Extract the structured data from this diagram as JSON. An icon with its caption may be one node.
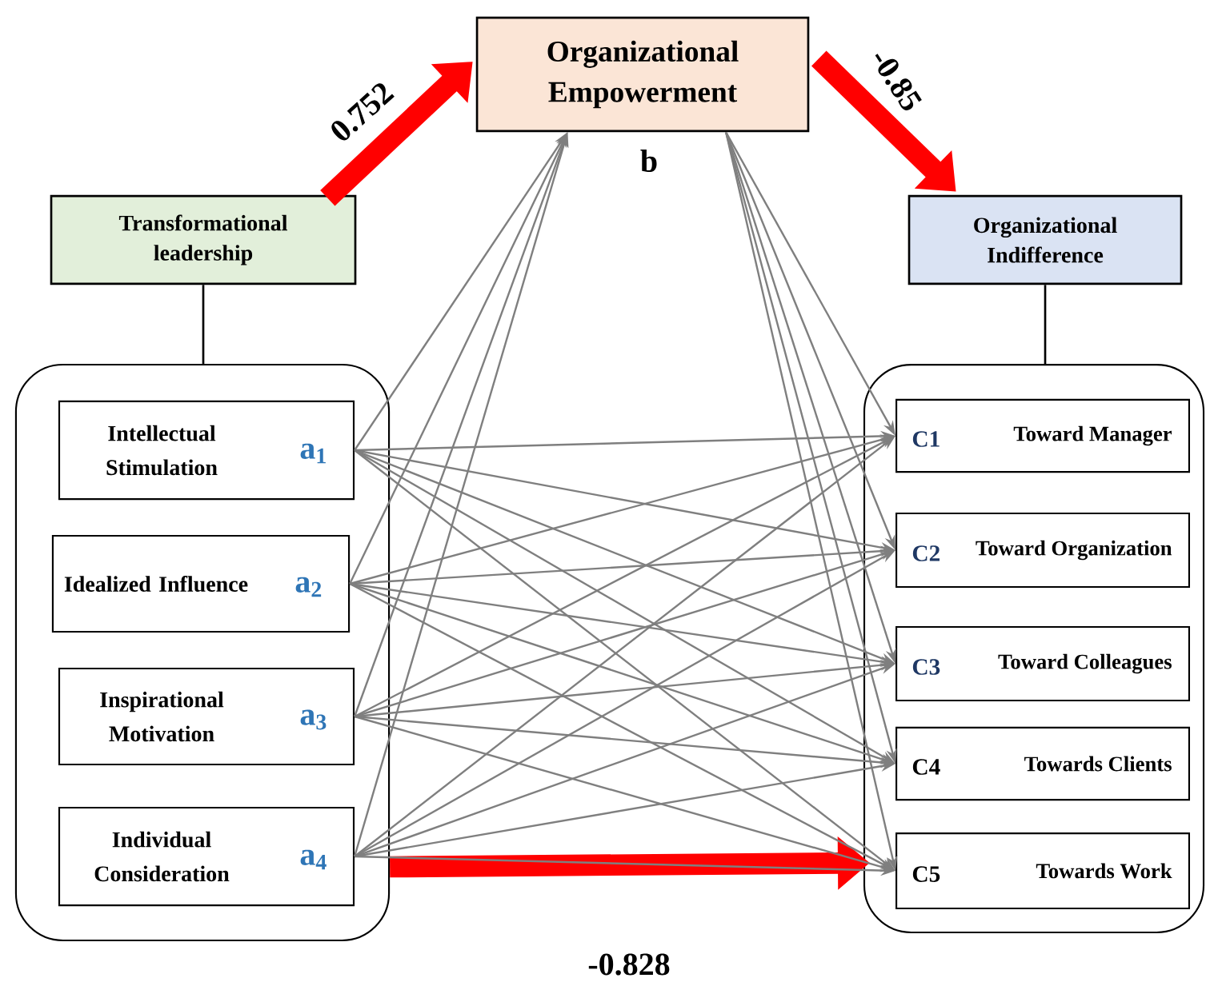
{
  "diagram": {
    "nodes": [
      {
        "text": [
          "Organizational Empowerment"
        ],
        "beside": [
          "b"
        ]
      },
      {
        "text": [
          "Transformational leadership"
        ]
      },
      {
        "text": [
          "Organizational Indifference"
        ]
      },
      {
        "text": [],
        "shape": "box"
      },
      {
        "text": [
          "Intellectual Stimulation",
          "a$_{1}$"
        ],
        "in": 3
      },
      {
        "text": [
          "Idealized  Influence",
          "a$_{2}$"
        ],
        "in": 3
      },
      {
        "text": [
          "Inspirational Motivation",
          "a$_{3}$"
        ],
        "in": 3
      },
      {
        "text": [
          "Individual Consideration",
          "a$_{4}$"
        ],
        "in": 3
      },
      {
        "text": [],
        "shape": "box"
      },
      {
        "text": [
          "C1",
          "Toward Manager"
        ],
        "in": 8
      },
      {
        "text": [
          "C2",
          "Toward Organization"
        ],
        "in": 8
      },
      {
        "text": [
          "C3",
          "Toward Colleagues"
        ],
        "in": 8
      },
      {
        "text": [
          "C4",
          "Towards Clients"
        ],
        "in": 8
      },
      {
        "text": [
          "C5",
          "Towards Work"
        ],
        "in": 8
      }
    ],
    "edges": [
      {
        "from": 1,
        "to": 0,
        "arrow": "to",
        "label": "0.752",
        "style": "thick",
        "color": "#ff0000"
      },
      {
        "from": 0,
        "to": 2,
        "arrow": "to",
        "label": "-0.85",
        "style": "thick",
        "color": "#ff0000"
      },
      {
        "from": 3,
        "to": 8,
        "arrow": "to",
        "label": "-0.828",
        "style": "thick",
        "color": "#ff0000"
      },
      {
        "from": 1,
        "to": 3,
        "arrow": "none",
        "color": "#000000"
      },
      {
        "from": 2,
        "to": 8,
        "arrow": "none",
        "color": "#000000"
      },
      {
        "from": 4,
        "to": 0,
        "arrow": "to"
      },
      {
        "from": 5,
        "to": 0,
        "arrow": "to"
      },
      {
        "from": 6,
        "to": 0,
        "arrow": "to"
      },
      {
        "from": 7,
        "to": 0,
        "arrow": "to"
      },
      {
        "from": 0,
        "to": 9,
        "arrow": "to"
      },
      {
        "from": 0,
        "to": 10,
        "arrow": "to"
      },
      {
        "from": 0,
        "to": 11,
        "arrow": "to"
      },
      {
        "from": 0,
        "to": 12,
        "arrow": "to"
      },
      {
        "from": 0,
        "to": 13,
        "arrow": "to"
      },
      {
        "from": 4,
        "to": 9,
        "arrow": "to"
      },
      {
        "from": 4,
        "to": 10,
        "arrow": "to"
      },
      {
        "from": 4,
        "to": 11,
        "arrow": "to"
      },
      {
        "from": 4,
        "to": 12,
        "arrow": "to"
      },
      {
        "from": 4,
        "to": 13,
        "arrow": "to"
      },
      {
        "from": 5,
        "to": 9,
        "arrow": "to"
      },
      {
        "from": 5,
        "to": 10,
        "arrow": "to"
      },
      {
        "from": 5,
        "to": 11,
        "arrow": "to"
      },
      {
        "from": 5,
        "to": 12,
        "arrow": "to"
      },
      {
        "from": 5,
        "to": 13,
        "arrow": "to"
      },
      {
        "from": 6,
        "to": 9,
        "arrow": "to"
      },
      {
        "from": 6,
        "to": 10,
        "arrow": "to"
      },
      {
        "from": 6,
        "to": 11,
        "arrow": "to"
      },
      {
        "from": 6,
        "to": 12,
        "arrow": "to"
      },
      {
        "from": 6,
        "to": 13,
        "arrow": "to"
      },
      {
        "from": 7,
        "to": 9,
        "arrow": "to"
      },
      {
        "from": 7,
        "to": 10,
        "arrow": "to"
      },
      {
        "from": 7,
        "to": 11,
        "arrow": "to"
      },
      {
        "from": 7,
        "to": 12,
        "arrow": "to"
      },
      {
        "from": 7,
        "to": 13,
        "arrow": "to"
      }
    ]
  }
}
